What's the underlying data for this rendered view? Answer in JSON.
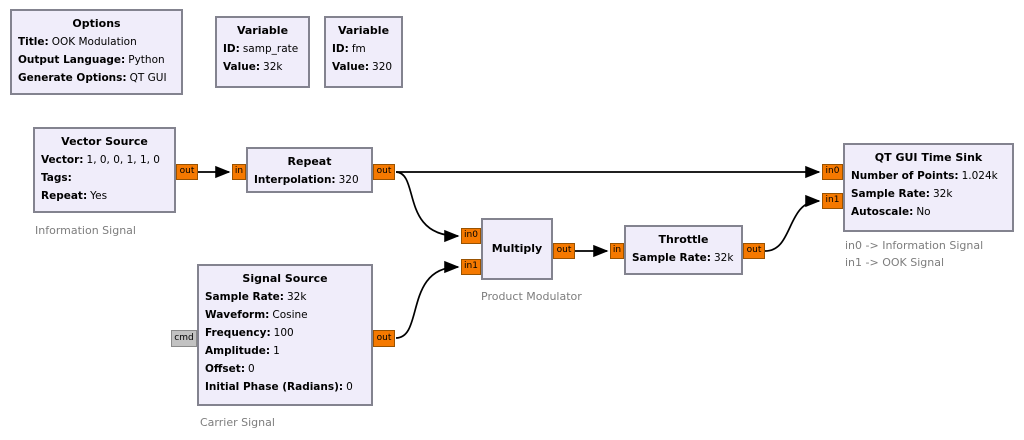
{
  "colors": {
    "block_fill": "#f0edfa",
    "block_border": "#83838f",
    "port_fill": "#f57900",
    "port_border": "#995200",
    "cmd_port_fill": "#c2c2c2",
    "comment_text": "#7d7d7d",
    "connection": "#000000",
    "background": "#ffffff"
  },
  "blocks": {
    "options": {
      "title": "Options",
      "params": [
        {
          "label": "Title:",
          "value": "OOK Modulation"
        },
        {
          "label": "Output Language:",
          "value": "Python"
        },
        {
          "label": "Generate Options:",
          "value": "QT GUI"
        }
      ]
    },
    "variable_samp_rate": {
      "title": "Variable",
      "params": [
        {
          "label": "ID:",
          "value": "samp_rate"
        },
        {
          "label": "Value:",
          "value": "32k"
        }
      ]
    },
    "variable_fm": {
      "title": "Variable",
      "params": [
        {
          "label": "ID:",
          "value": "fm"
        },
        {
          "label": "Value:",
          "value": "320"
        }
      ]
    },
    "vector_source": {
      "title": "Vector Source",
      "params": [
        {
          "label": "Vector:",
          "value": "1, 0, 0, 1, 1, 0"
        },
        {
          "label": "Tags:",
          "value": ""
        },
        {
          "label": "Repeat:",
          "value": "Yes"
        }
      ],
      "ports": {
        "out": "out"
      },
      "comment": "Information Signal"
    },
    "repeat": {
      "title": "Repeat",
      "params": [
        {
          "label": "Interpolation:",
          "value": "320"
        }
      ],
      "ports": {
        "in": "in",
        "out": "out"
      }
    },
    "signal_source": {
      "title": "Signal Source",
      "params": [
        {
          "label": "Sample Rate:",
          "value": "32k"
        },
        {
          "label": "Waveform:",
          "value": "Cosine"
        },
        {
          "label": "Frequency:",
          "value": "100"
        },
        {
          "label": "Amplitude:",
          "value": "1"
        },
        {
          "label": "Offset:",
          "value": "0"
        },
        {
          "label": "Initial Phase (Radians):",
          "value": "0"
        }
      ],
      "ports": {
        "cmd": "cmd",
        "out": "out"
      },
      "comment": "Carrier Signal"
    },
    "multiply": {
      "title": "Multiply",
      "ports": {
        "in0": "in0",
        "in1": "in1",
        "out": "out"
      },
      "comment": "Product Modulator"
    },
    "throttle": {
      "title": "Throttle",
      "params": [
        {
          "label": "Sample Rate:",
          "value": "32k"
        }
      ],
      "ports": {
        "in": "in",
        "out": "out"
      }
    },
    "qt_gui_time_sink": {
      "title": "QT GUI Time Sink",
      "params": [
        {
          "label": "Number of Points:",
          "value": "1.024k"
        },
        {
          "label": "Sample Rate:",
          "value": "32k"
        },
        {
          "label": "Autoscale:",
          "value": "No"
        }
      ],
      "ports": {
        "in0": "in0",
        "in1": "in1"
      },
      "comment_lines": [
        "in0 -> Information Signal",
        "in1 -> OOK Signal"
      ]
    }
  }
}
